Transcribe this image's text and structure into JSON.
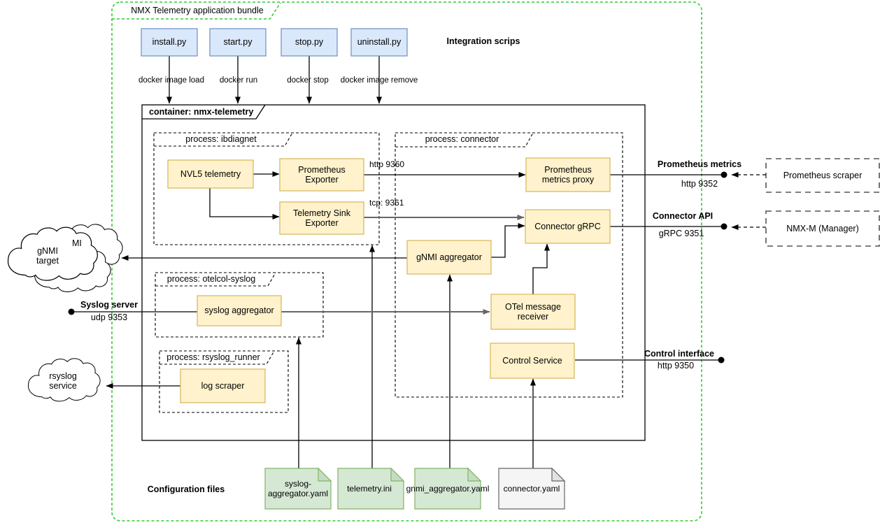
{
  "bundle": {
    "title": "NMX Telemetry application bundle"
  },
  "integration": {
    "heading": "Integration scrips",
    "scripts": [
      {
        "label": "install.py",
        "action": "docker image load"
      },
      {
        "label": "start.py",
        "action": "docker run"
      },
      {
        "label": "stop.py",
        "action": "docker stop"
      },
      {
        "label": "uninstall.py",
        "action": "docker image remove"
      }
    ]
  },
  "container": {
    "label": "container: nmx-telemetry",
    "processes": [
      {
        "label": "process: ibdiagnet"
      },
      {
        "label": "process: connector"
      },
      {
        "label": "process: otelcol-syslog"
      },
      {
        "label": "process: rsyslog_runner"
      }
    ],
    "nodes": {
      "nvl5": "NVL5 telemetry",
      "prom_exporter": "Prometheus Exporter",
      "telemetry_sink": "Telemetry Sink Exporter",
      "prom_proxy": "Prometheus metrics proxy",
      "connector_grpc": "Connector gRPC",
      "gnmi_aggregator": "gNMI aggregator",
      "otel_receiver": "OTel message receiver",
      "control_service": "Control Service",
      "syslog_aggregator": "syslog aggregator",
      "log_scraper": "log scraper"
    },
    "ports": {
      "http_9360": "http 9360",
      "tcp_9361": "tcp: 9361"
    }
  },
  "interfaces": {
    "prometheus": {
      "name": "Prometheus metrics",
      "port": "http 9352"
    },
    "connector_api": {
      "name": "Connector API",
      "port": "gRPC 9351"
    },
    "control": {
      "name": "Control interface",
      "port": "http 9350"
    },
    "syslog": {
      "name": "Syslog server",
      "port": "udp 9353"
    }
  },
  "external": {
    "prom_scraper": "Prometheus scraper",
    "nmx_manager": "NMX-M (Manager)",
    "gnmi_cloud": "gNMI target",
    "gnmi_cloud_back": "MI",
    "rsyslog_cloud": "rsyslog service"
  },
  "config": {
    "heading": "Configuration files",
    "files": [
      {
        "name": "syslog-aggregator.yaml",
        "color": "#d5e8d4"
      },
      {
        "name": "telemetry.ini",
        "color": "#d5e8d4"
      },
      {
        "name": "gnmi_aggregator.yaml",
        "color": "#d5e8d4"
      },
      {
        "name": "connector.yaml",
        "color": "#f5f5f5"
      }
    ]
  },
  "colors": {
    "script_fill": "#dae8fc",
    "script_border": "#6c8ebf",
    "node_fill": "#fff2cc",
    "node_border": "#d6b656",
    "file_green": "#d5e8d4",
    "file_green_border": "#82b366",
    "file_gray": "#f5f5f5",
    "file_gray_border": "#666666",
    "bundle_border": "#33cc33"
  }
}
